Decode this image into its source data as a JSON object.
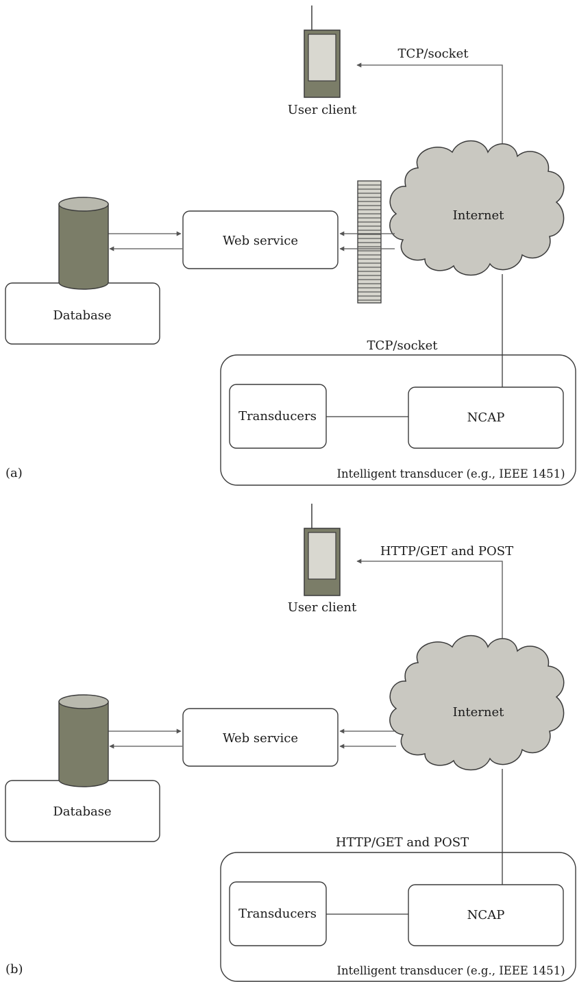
{
  "colors": {
    "line": "#3a3a3a",
    "arrow": "#555555",
    "device_body": "#7b7d68",
    "device_screen": "#d9d8d0",
    "cloud_fill": "#c9c8c1",
    "database_fill": "#7b7d68",
    "database_top": "#b9b9ae",
    "firewall_fill": "#d6d5cd"
  },
  "panel_a": {
    "tag": "(a)",
    "client_link_protocol": "TCP/socket",
    "user_client_label": "User client",
    "internet_label": "Internet",
    "web_service_label": "Web service",
    "database_label": "Database",
    "ncap_link_protocol": "TCP/socket",
    "transducers_label": "Transducers",
    "ncap_label": "NCAP",
    "container_label": "Intelligent transducer (e.g., IEEE 1451)",
    "has_firewall": true
  },
  "panel_b": {
    "tag": "(b)",
    "client_link_protocol": "HTTP/GET and POST",
    "user_client_label": "User client",
    "internet_label": "Internet",
    "web_service_label": "Web service",
    "database_label": "Database",
    "ncap_link_protocol": "HTTP/GET and POST",
    "transducers_label": "Transducers",
    "ncap_label": "NCAP",
    "container_label": "Intelligent transducer (e.g., IEEE 1451)",
    "has_firewall": false
  }
}
